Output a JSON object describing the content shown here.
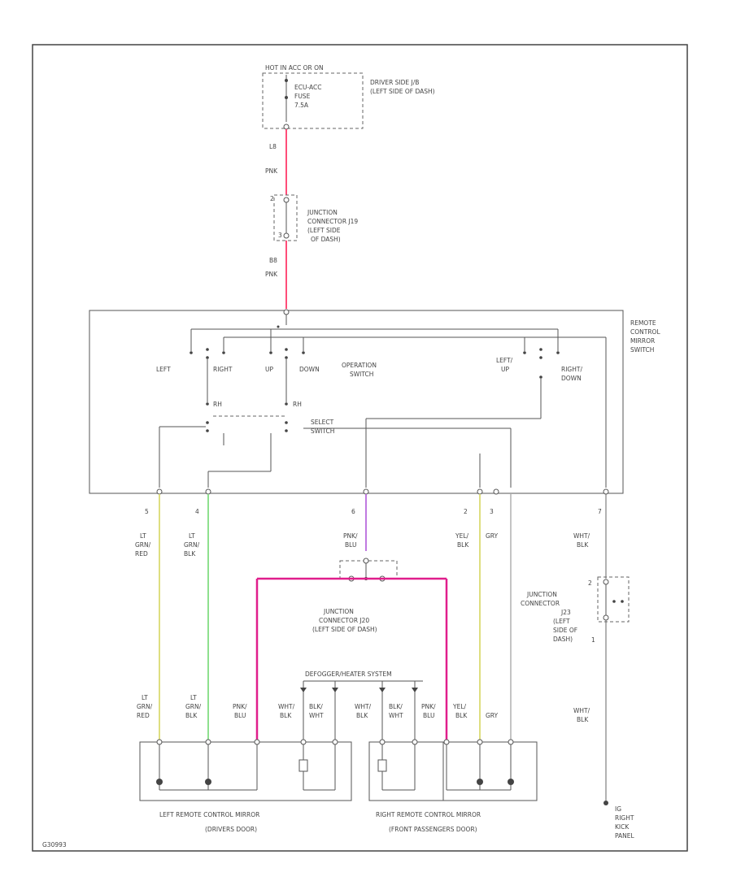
{
  "fuse": {
    "power_label": "HOT IN ACC OR ON",
    "name": "ECU-ACC",
    "name2": "FUSE",
    "rating": "7.5A",
    "location1": "DRIVER SIDE J/B",
    "location2": "(LEFT SIDE OF DASH)"
  },
  "junction_j19": {
    "line1": "JUNCTION",
    "line2": "CONNECTOR J19",
    "line3": "(LEFT SIDE",
    "line4": "OF DASH)",
    "pin_top": "2",
    "pin_bottom": "3"
  },
  "wire_labels": {
    "top_pin": "L8",
    "top_color": "PNK",
    "mid_pin": "B8",
    "mid_color": "PNK"
  },
  "switch": {
    "name1": "REMOTE",
    "name2": "CONTROL",
    "name3": "MIRROR",
    "name4": "SWITCH",
    "operation1": "OPERATION",
    "operation2": "SWITCH",
    "select1": "SELECT",
    "select2": "SWITCH",
    "left": "LEFT",
    "right": "RIGHT",
    "up": "UP",
    "down": "DOWN",
    "left_up1": "LEFT/",
    "left_up2": "UP",
    "right_down1": "RIGHT/",
    "right_down2": "DOWN",
    "rh1": "RH",
    "rh2": "RH"
  },
  "bottom_pins": {
    "p5": "5",
    "p4": "4",
    "p6": "6",
    "p2": "2",
    "p3": "3",
    "p7": "7"
  },
  "wires": {
    "w5_1": "LT",
    "w5_2": "GRN/",
    "w5_3": "RED",
    "w4_1": "LT",
    "w4_2": "GRN/",
    "w4_3": "BLK",
    "w6_1": "PNK/",
    "w6_2": "BLU",
    "w2_1": "YEL/",
    "w2_2": "BLK",
    "w3": "GRY",
    "w7_1": "WHT/",
    "w7_2": "BLK"
  },
  "junction_j20": {
    "line1": "JUNCTION",
    "line2": "CONNECTOR J20",
    "line3": "(LEFT SIDE OF DASH)"
  },
  "junction_j23": {
    "line1": "JUNCTION",
    "line2": "CONNECTOR",
    "line3": "J23",
    "line4": "(LEFT",
    "line5": "SIDE OF",
    "line6": "DASH)",
    "pin_top": "2",
    "pin_bottom": "1"
  },
  "defogger_note": "DEFOGGER/HEATER SYSTEM",
  "lower_wires": {
    "l1": "LT",
    "l2": "GRN/",
    "l3": "RED",
    "l4": "LT",
    "l5": "GRN/",
    "l6": "BLK",
    "l7": "PNK/",
    "l8": "BLU",
    "l9": "WHT/",
    "l10": "BLK",
    "l11": "BLK/",
    "l12": "WHT",
    "r1": "WHT/",
    "r2": "BLK",
    "r3": "BLK/",
    "r4": "WHT",
    "r5": "PNK/",
    "r6": "BLU",
    "r7": "YEL/",
    "r8": "BLK",
    "r9": "GRY",
    "g1": "WHT/",
    "g2": "BLK"
  },
  "mirrors": {
    "left1": "LEFT REMOTE CONTROL MIRROR",
    "left2": "(DRIVERS DOOR)",
    "right1": "RIGHT REMOTE CONTROL MIRROR",
    "right2": "(FRONT PASSENGERS DOOR)"
  },
  "ground": {
    "line1": "IG",
    "line2": "RIGHT",
    "line3": "KICK",
    "line4": "PANEL"
  },
  "figure_id": "G30993",
  "colors": {
    "pink": "#ff4d79",
    "magenta": "#e01e8c",
    "violet": "#c07ae0",
    "yellow": "#dede80",
    "green": "#8ee08e"
  }
}
